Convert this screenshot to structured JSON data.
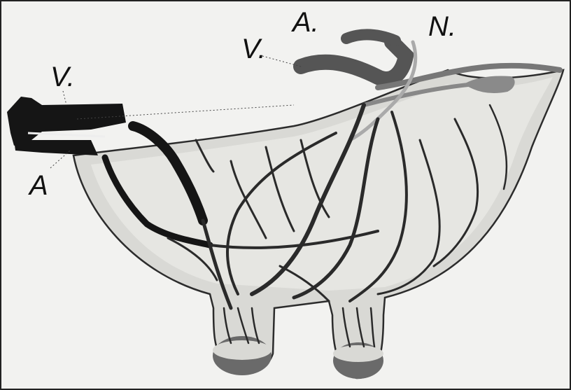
{
  "labels": {
    "vein_left": "V.",
    "artery_left": "A",
    "vein_top": "V.",
    "artery_top": "A.",
    "nerve_top": "N."
  },
  "colors": {
    "background": "#f2f2f0",
    "vessel_dark": "#161616",
    "vessel_mid": "#555555",
    "vessel_light": "#8a8a8a",
    "outline": "#333333",
    "tissue": "#d8d8d4"
  }
}
